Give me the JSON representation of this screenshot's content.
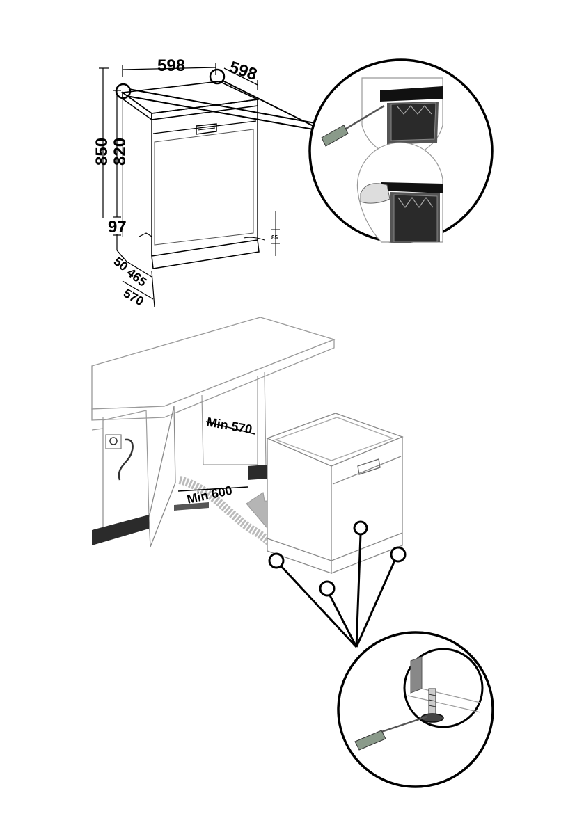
{
  "dimensions": {
    "width_top": "598",
    "depth_top": "598",
    "height_total": "850",
    "height_body": "820",
    "plinth_height": "97",
    "plinth_side": "85",
    "foot_offset": "50",
    "depth_feet": "465",
    "depth_overall": "570"
  },
  "install": {
    "min_depth": "Min 570",
    "min_width": "Min 600"
  },
  "colors": {
    "line": "#000000",
    "grey_line": "#8a8a8a",
    "floor_dark": "#2b2b2b",
    "arrow_fill": "#b5b5b5",
    "screwdriver_handle": "#8a9a8a"
  }
}
